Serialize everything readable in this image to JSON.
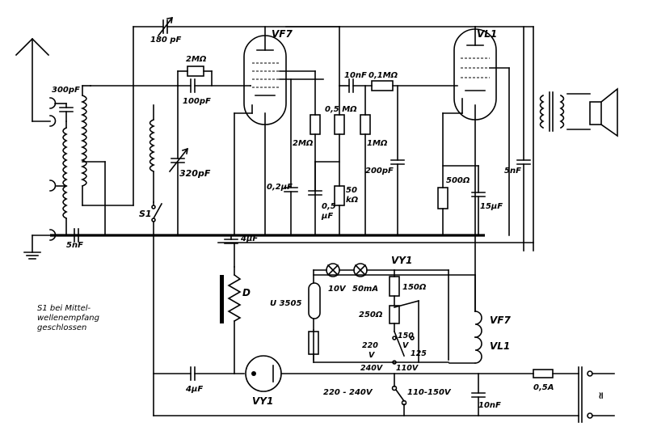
{
  "labels": {
    "c_180pf": "180 pF",
    "tube_vf7": "VF7",
    "tube_vl1": "VL1",
    "r_2mohm": "2MΩ",
    "c_100pf": "100pF",
    "c_300pf": "300pF",
    "c_320pf": "320pF",
    "c_10nf": "10nF",
    "r_01mohm": "0,1MΩ",
    "r_05mohm": "0,5 MΩ",
    "r_2mohm_b": "2MΩ",
    "r_1mohm": "1MΩ",
    "c_200pf": "200pF",
    "c_02uf": "0,2µF",
    "c_05uf_a": "0,5",
    "c_05uf_b": "µF",
    "r_50k_a": "50",
    "r_50k_b": "kΩ",
    "r_500ohm": "500Ω",
    "c_15uf": "15µF",
    "c_5nf_r": "5nF",
    "sw_s1": "S1",
    "c_5nf_l": "5nF",
    "c_4uf_top": "4µF",
    "choke_d": "D",
    "tube_vy1_label": "VY1",
    "lamp_10v": "10V",
    "lamp_50ma": "50mA",
    "r_150ohm": "150Ω",
    "tube_u3505": "U 3505",
    "r_250ohm": "250Ω",
    "tap_220": "220",
    "tap_v": "V",
    "tap_150": "150",
    "tap_v2": "V",
    "tap_125": "125",
    "tap_240v": "240V",
    "tap_110v": "110V",
    "heater_vf7": "VF7",
    "heater_vl1": "VL1",
    "c_4uf_bottom": "4µF",
    "rect_vy1": "VY1",
    "sw_220_240": "220 - 240V",
    "sw_110_150": "110-150V",
    "c_10nf_b": "10nF",
    "fuse_05a": "0,5A",
    "mains_symbol": "≂",
    "note_line1": "S1 bei Mittel-",
    "note_line2": "wellenempfang",
    "note_line3": "geschlossen"
  }
}
